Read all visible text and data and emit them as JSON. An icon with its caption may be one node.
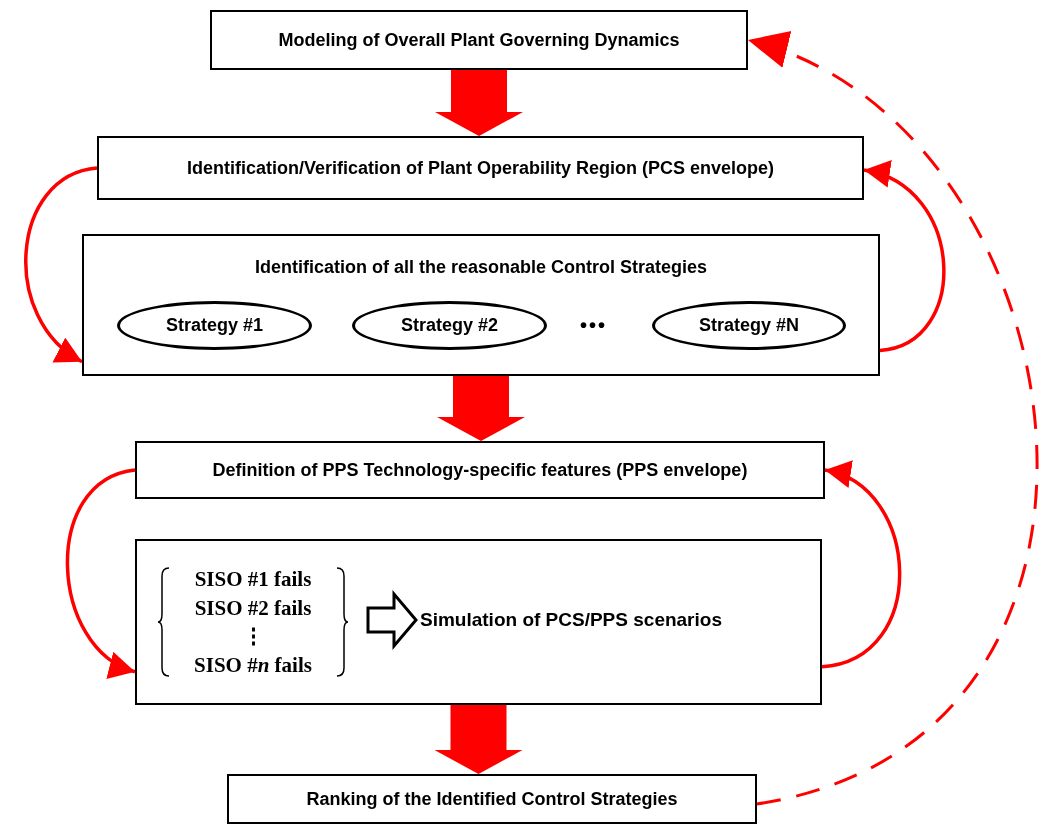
{
  "diagram": {
    "nodes": [
      {
        "text": [
          "Modeling of Overall Plant Governing Dynamics"
        ]
      },
      {
        "text": [
          "Identification/Verification of Plant Operability Region (PCS envelope)"
        ]
      },
      {
        "text": [
          "Identification of all the reasonable Control Strategies"
        ]
      },
      {
        "text": [
          "Strategy #1"
        ],
        "in": 2
      },
      {
        "text": [
          "Strategy #2"
        ],
        "in": 2
      },
      {
        "text": [
          "Strategy #N"
        ],
        "in": 2
      },
      {
        "text": [
          "Definition of PPS Technology-specific features (PPS envelope)"
        ]
      },
      {
        "text": [],
        "shape": "box"
      },
      {
        "text": [
          "SISO #1 fails",
          "SISO #2 fails",
          "⋮",
          "SISO #*n* fails"
        ],
        "in": 7
      },
      {
        "text": [
          "Simulation of PCS/PPS scenarios"
        ],
        "in": 7
      },
      {
        "text": [
          "Ranking of the Identified Control Strategies"
        ]
      }
    ],
    "edges": [
      {
        "from": 0,
        "to": 1,
        "arrow": "to",
        "style": "thick"
      },
      {
        "from": 1,
        "to": 2,
        "arrow": "to"
      },
      {
        "from": 2,
        "to": 1,
        "arrow": "to"
      },
      {
        "from": 2,
        "to": 6,
        "arrow": "to",
        "style": "thick"
      },
      {
        "from": 6,
        "to": 7,
        "arrow": "to"
      },
      {
        "from": 7,
        "to": 6,
        "arrow": "to"
      },
      {
        "from": 8,
        "to": 9,
        "arrow": "to",
        "style": "thick",
        "color": "#000000"
      },
      {
        "from": 7,
        "to": 10,
        "arrow": "to",
        "style": "thick"
      },
      {
        "from": 10,
        "to": 0,
        "arrow": "to",
        "style": "dashed"
      }
    ],
    "labels": [
      "•••"
    ]
  }
}
